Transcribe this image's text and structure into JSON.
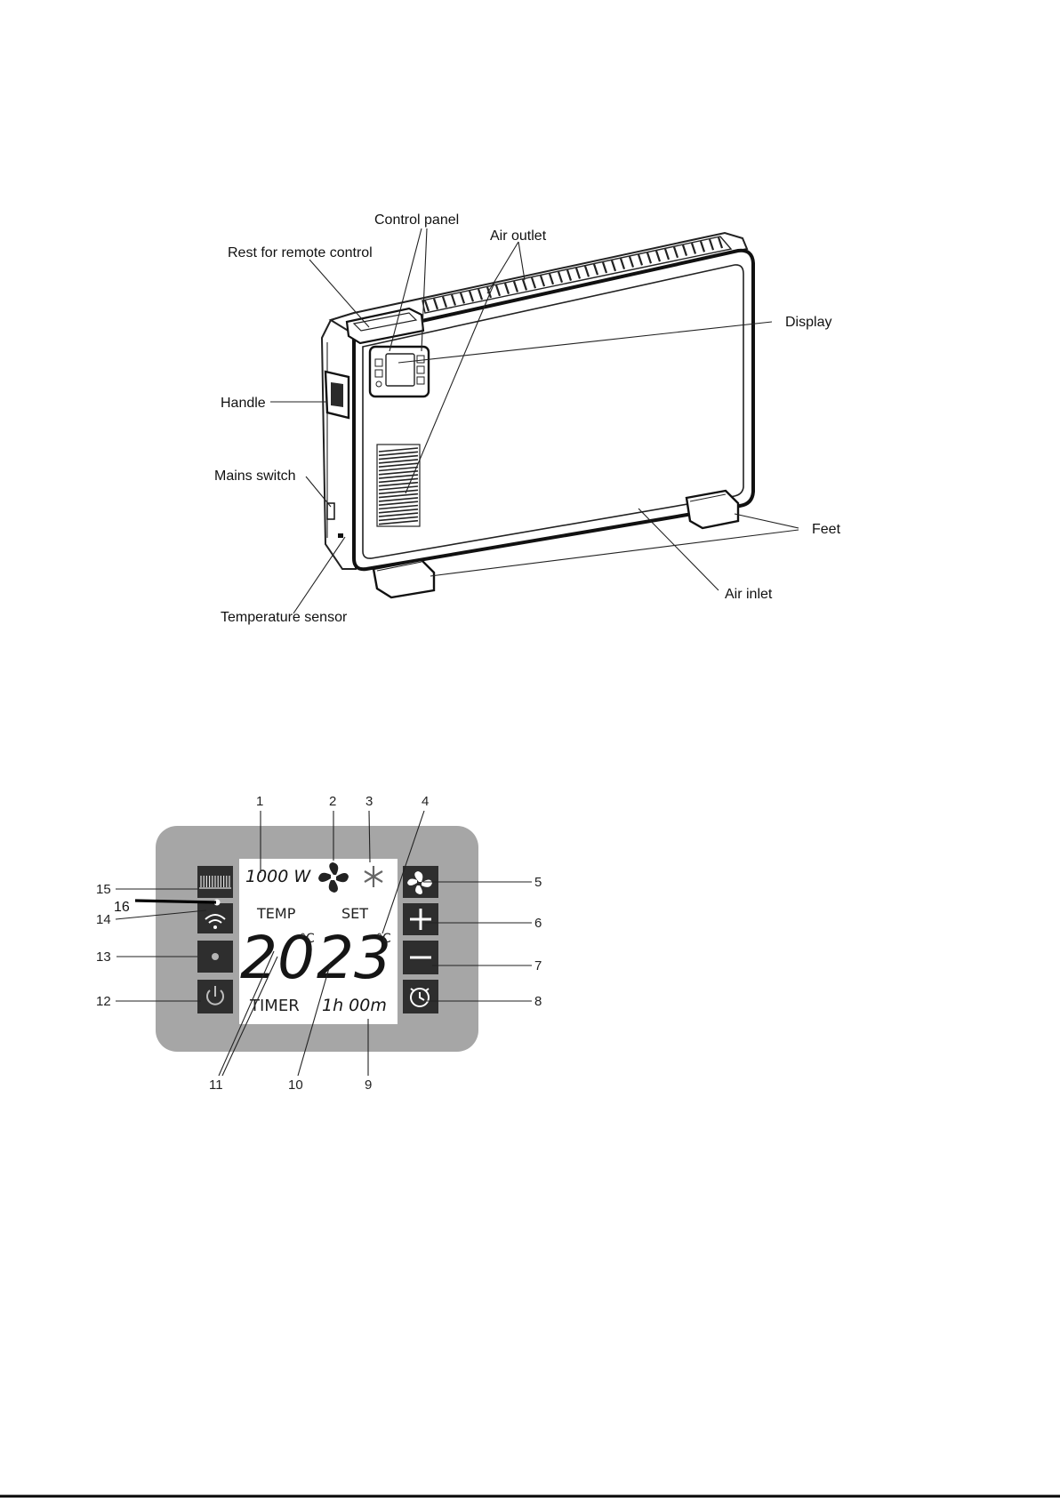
{
  "heater": {
    "labels": {
      "control_panel": "Control panel",
      "air_outlet": "Air outlet",
      "rest_remote": "Rest for remote control",
      "display": "Display",
      "handle": "Handle",
      "mains_switch": "Mains switch",
      "feet": "Feet",
      "air_inlet": "Air inlet",
      "temp_sensor": "Temperature sensor"
    }
  },
  "panel": {
    "callouts": {
      "n1": "1",
      "n2": "2",
      "n3": "3",
      "n4": "4",
      "n5": "5",
      "n6": "6",
      "n7": "7",
      "n8": "8",
      "n9": "9",
      "n10": "10",
      "n11": "11",
      "n12": "12",
      "n13": "13",
      "n14": "14",
      "n15": "15",
      "n16": "16"
    },
    "lcd": {
      "power": "1000 W",
      "temp_label": "TEMP",
      "set_label": "SET",
      "current_temp": "20",
      "set_temp": "23",
      "unit_current": "°C",
      "unit_set": "°C",
      "timer_label": "TIMER",
      "timer_value": "1h 00m"
    }
  },
  "colors": {
    "panel_bg": "#a6a6a6",
    "button_bg": "#2e2e2e",
    "lcd_bg": "#ffffff"
  }
}
